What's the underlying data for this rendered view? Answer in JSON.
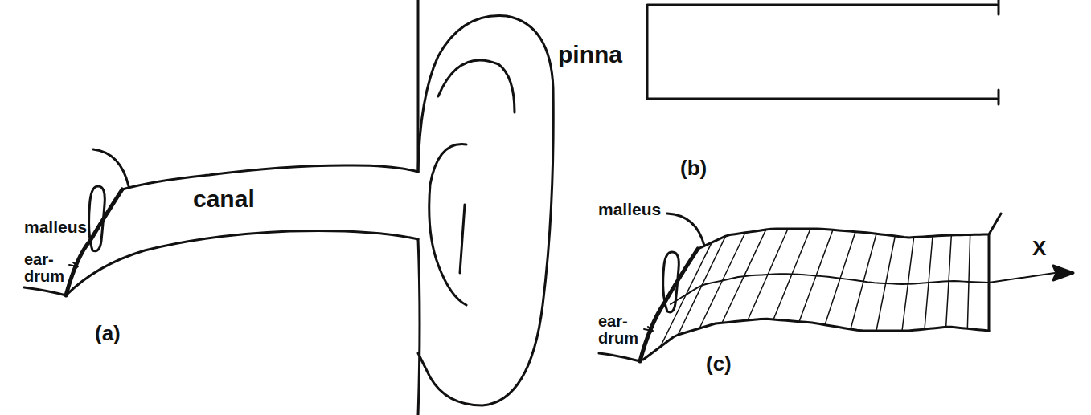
{
  "diagram": {
    "labels": [
      "malleus",
      "ear- drum",
      "canal",
      "pinna",
      "(a)",
      "(b)",
      "(c)",
      "malleus",
      "ear- drum",
      "X"
    ]
  }
}
